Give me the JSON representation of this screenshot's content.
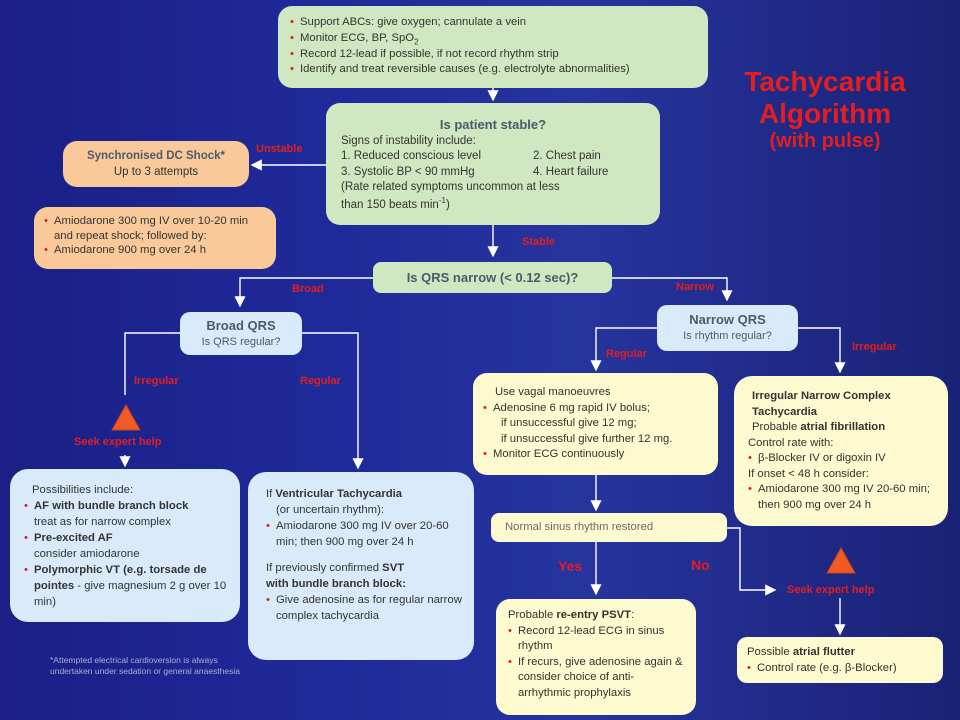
{
  "title": {
    "line1": "Tachycardia",
    "line2": "Algorithm",
    "line3": "(with pulse)"
  },
  "top_box": {
    "items": [
      "Support ABCs: give oxygen; cannulate a vein",
      "Monitor ECG, BP, SpO",
      "Record 12-lead if possible, if not record rhythm strip",
      "Identify and treat reversible causes (e.g. electrolyte abnormalities)"
    ],
    "spo2_sub": "2"
  },
  "stable_box": {
    "title": "Is patient stable?",
    "line1": "Signs of instability include:",
    "c1a": "1. Reduced conscious level",
    "c1b": "2. Chest pain",
    "c2a": "3. Systolic BP < 90 mmHg",
    "c2b": "4. Heart failure",
    "line4": "(Rate related symptoms uncommon at less",
    "line5": "than 150 beats min",
    "line5_sup": "-1",
    "line5_end": ")"
  },
  "shock_box": {
    "title": "Synchronised DC Shock*",
    "sub": "Up to 3 attempts"
  },
  "amio_box": {
    "items": [
      "Amiodarone 300 mg IV over 10-20 min and repeat shock; followed by:",
      "Amiodarone 900 mg over 24 h"
    ]
  },
  "labels": {
    "unstable": "Unstable",
    "stable": "Stable",
    "broad": "Broad",
    "narrow": "Narrow",
    "irregular_left": "Irregular",
    "regular_left": "Regular",
    "regular_right": "Regular",
    "irregular_right": "Irregular",
    "seek_help_left": "Seek expert help",
    "seek_help_right": "Seek expert help",
    "yes": "Yes",
    "no": "No"
  },
  "qrs_box": {
    "text": "Is QRS narrow (< 0.12 sec)?"
  },
  "broad_qrs": {
    "title": "Broad QRS",
    "sub": "Is QRS regular?"
  },
  "narrow_qrs": {
    "title": "Narrow QRS",
    "sub": "Is rhythm regular?"
  },
  "possibilities": {
    "intro": "Possibilities include:",
    "i1_bold": "AF with bundle branch block",
    "i1_rest": "treat as for narrow complex",
    "i2_bold": "Pre-excited AF",
    "i2_rest": "consider amiodarone",
    "i3_bold": "Polymorphic VT (e.g. torsade de pointes",
    "i3_rest": " -  give magnesium 2 g over 10 min)"
  },
  "vt_box": {
    "pre": "If ",
    "bold1": "Ventricular Tachycardia",
    "line2": "(or uncertain rhythm):",
    "item1": "Amiodarone 300 mg IV over 20-60 min; then 900 mg over 24 h",
    "pre2": "If previously confirmed ",
    "bold2": "SVT",
    "bold3": "with bundle branch block:",
    "item2": "Give adenosine as for regular narrow complex tachycardia"
  },
  "vagal_box": {
    "line1": "Use vagal manoeuvres",
    "item1": "Adenosine 6 mg rapid IV bolus;",
    "sub1": "if unsuccessful give 12 mg;",
    "sub2": "if unsuccessful give further 12 mg.",
    "item2": "Monitor ECG continuously"
  },
  "irregular_box": {
    "title1": "Irregular Narrow Complex",
    "title2": "Tachycardia",
    "probable": "Probable ",
    "probable_bold": "atrial fibrillation",
    "control": "Control rate with:",
    "item1": "β-Blocker IV or digoxin IV",
    "onset": "If onset < 48 h consider:",
    "item2": "Amiodarone 300 mg IV 20-60 min; then 900 mg over 24 h"
  },
  "nsr_box": {
    "text": "Normal sinus rhythm restored"
  },
  "psvt_box": {
    "pre": "Probable ",
    "bold": "re-entry PSVT",
    "post": ":",
    "item1": "Record 12-lead ECG in sinus rhythm",
    "item2": "If recurs, give adenosine again & consider choice of anti-arrhythmic prophylaxis"
  },
  "flutter_box": {
    "pre": "Possible ",
    "bold": "atrial flutter",
    "item1": "Control rate (e.g. β-Blocker)"
  },
  "footnote": "*Attempted electrical cardioversion is always undertaken under sedation or general anaesthesia",
  "colors": {
    "accent_red": "#e41e1e",
    "green_box": "#cfe8c2",
    "orange_box": "#f9c99a",
    "blue_box": "#d9ebfa",
    "yellow_box": "#fdfacf",
    "warning_triangle": "#f15a24"
  }
}
